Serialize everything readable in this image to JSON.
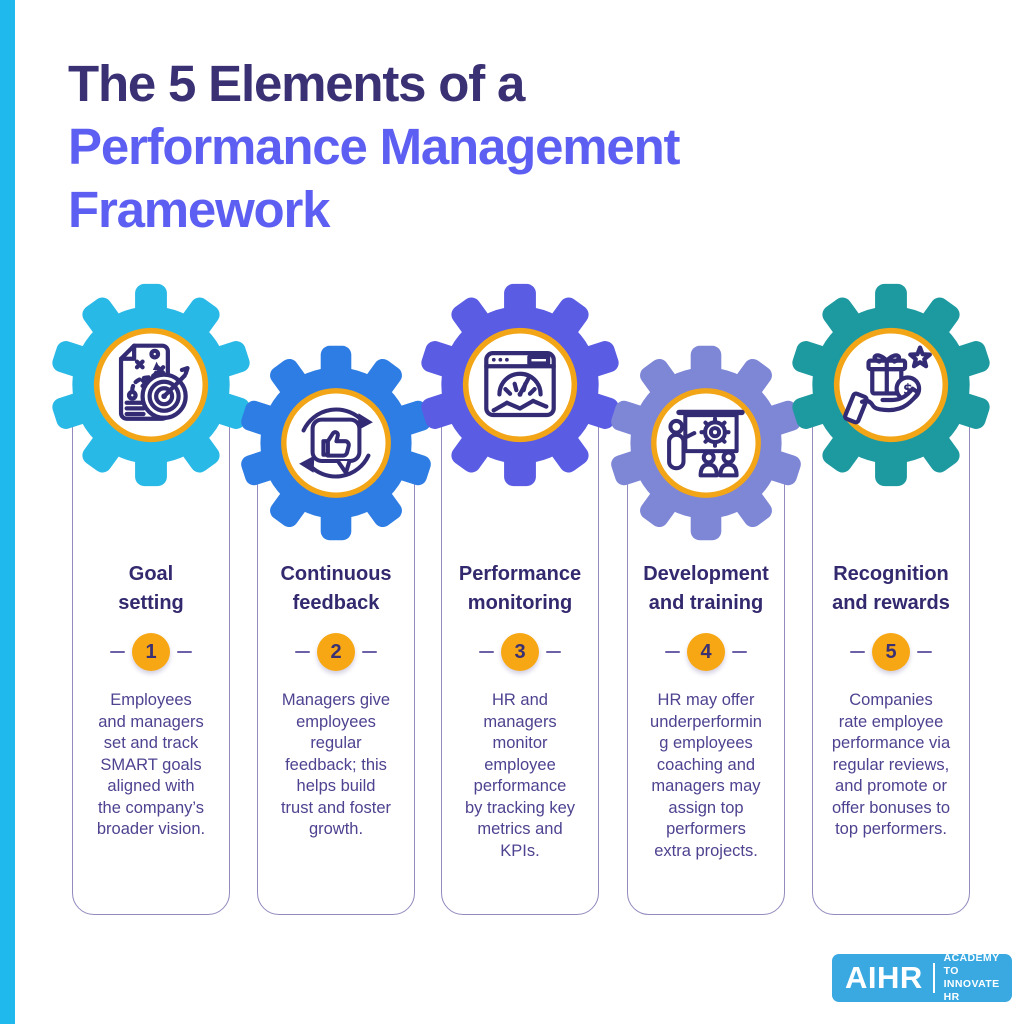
{
  "page": {
    "background": "#ffffff",
    "accent_bar_color": "#1fb9ee"
  },
  "header": {
    "title_line1": "The 5 Elements of a",
    "title_line2": "Performance Management\nFramework",
    "title_line1_color": "#393174",
    "title_line2_color": "#5d5ef2"
  },
  "elements": [
    {
      "title": "Goal\nsetting",
      "number": "1",
      "description": "Employees\nand managers\nset and track\nSMART goals\naligned with\nthe company’s\nbroader vision.",
      "icon": "strategy-document-target-icon",
      "colors": {
        "gear": "#29b9e7",
        "ring": "#f2a516"
      }
    },
    {
      "title": "Continuous\nfeedback",
      "number": "2",
      "description": "Managers give\nemployees\nregular\nfeedback; this\nhelps build\ntrust and foster\ngrowth.",
      "icon": "feedback-loop-thumbs-up-icon",
      "colors": {
        "gear": "#2e7de4",
        "ring": "#f2a516"
      }
    },
    {
      "title": "Performance\nmonitoring",
      "number": "3",
      "description": "HR and\nmanagers\nmonitor\nemployee\nperformance\nby tracking key\nmetrics and\nKPIs.",
      "icon": "dashboard-gauge-icon",
      "colors": {
        "gear": "#5a5ce4",
        "ring": "#f2a516"
      }
    },
    {
      "title": "Development\nand training",
      "number": "4",
      "description": "HR may offer\nunderperformin\ng employees\ncoaching and\nmanagers may\nassign top\nperformers\nextra projects.",
      "icon": "training-presentation-icon",
      "colors": {
        "gear": "#7e86d6",
        "ring": "#f2a516"
      }
    },
    {
      "title": "Recognition\nand rewards",
      "number": "5",
      "description": "Companies\nrate employee\nperformance via\nregular reviews,\nand promote or\noffer bonuses to\ntop performers.",
      "icon": "reward-gift-hand-icon",
      "colors": {
        "gear": "#1d9aa0",
        "ring": "#f2a516"
      }
    }
  ],
  "badge": {
    "fill": "#f7a713",
    "number_color": "#393174",
    "dash_color": "#6c61a9"
  },
  "card": {
    "border_color": "#948abd",
    "title_color": "#32296e",
    "text_color": "#4d4390"
  },
  "logo": {
    "brand": "AIHR",
    "tagline": "ACADEMY TO\nINNOVATE HR",
    "bg_color": "#3aa9e1"
  }
}
